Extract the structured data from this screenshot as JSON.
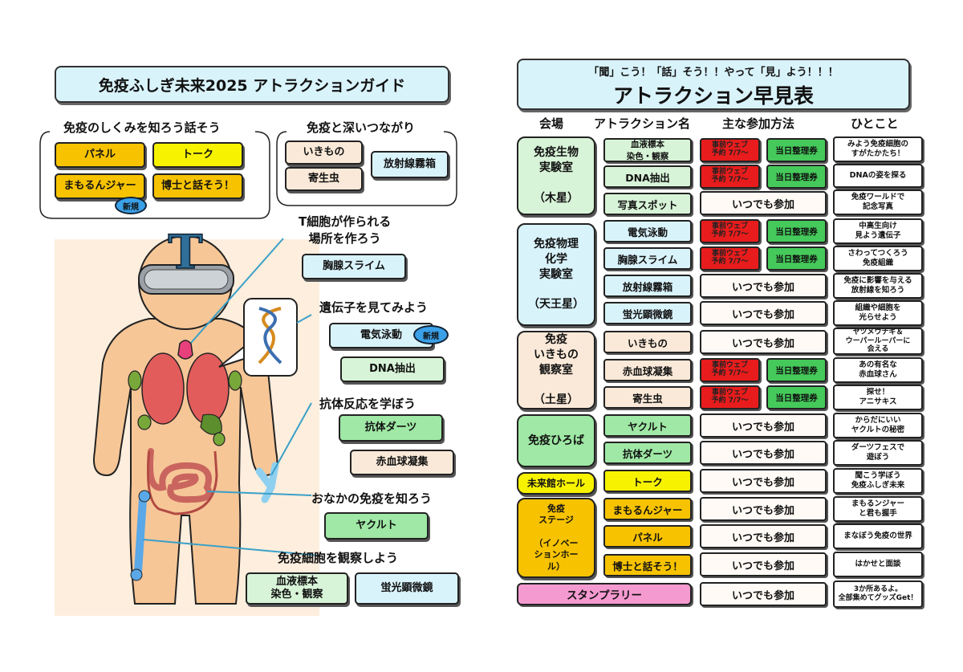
{
  "left": {
    "title": "免疫ふしぎ未来2025 アトラクションガイド",
    "group1_heading": "免疫のしくみを知ろう話そう",
    "group1_buttons": [
      "パネル",
      "トーク",
      "まもるんジャー",
      "博士と話そう！"
    ],
    "group2_heading": "免疫と深いつながり",
    "group2_buttons": [
      "いきもの",
      "寄生虫",
      "放射線霧箱"
    ],
    "new_badge": "新規",
    "tcell_heading": "T細胞が作られる\n場所を作ろう",
    "tcell_button": "胸腺スライム",
    "gene_heading": "遺伝子を見てみよう",
    "gene_buttons": [
      "電気泳動",
      "DNA抽出"
    ],
    "antibody_heading": "抗体反応を学ぼう",
    "antibody_buttons": [
      "抗体ダーツ",
      "赤血球凝集"
    ],
    "gut_heading": "おなかの免疫を知ろう",
    "gut_button": "ヤクルト",
    "cell_heading": "免疫細胞を観察しよう",
    "cell_buttons": [
      "血液標本\n染色・観察",
      "蛍光顕微鏡"
    ],
    "hat_letter": "T"
  },
  "right": {
    "subtitle": "「聞」こう！「話」そう！！やって「見」よう！！！",
    "title": "アトラクション早見表",
    "columns": [
      "会場",
      "アトラクション名",
      "主な参加方法",
      "ひとこと"
    ],
    "venues": [
      "免疫生物\n実験室\n\n（木星）",
      "免疫物理\n化学\n実験室\n\n（天王星）",
      "免疫\nいきもの\n観察室\n\n（土星）",
      "免疫ひろば",
      "未来館ホール",
      "免疫\nステージ\n\n（イノベー\nションホー\nル）"
    ],
    "reserve_label": "事前ウェブ\n予約 7/7～",
    "ticket_label": "当日整理券",
    "anytime_label": "いつでも参加",
    "rows": [
      {
        "name": "血液標本\n染色・観察",
        "note": "みよう免疫細胞の\nすがたかたち！"
      },
      {
        "name": "DNA抽出",
        "note": "DNAの姿を探る"
      },
      {
        "name": "写真スポット",
        "note": "免疫ワールドで\n記念写真"
      },
      {
        "name": "電気泳動",
        "note": "中高生向け\n見よう遺伝子"
      },
      {
        "name": "胸腺スライム",
        "note": "さわってつくろう\n免疫組織"
      },
      {
        "name": "放射線霧箱",
        "note": "免疫に影響を与える\n放射線を知ろう"
      },
      {
        "name": "蛍光顕微鏡",
        "note": "組織や細胞を\n光らせよう"
      },
      {
        "name": "いきもの",
        "note": "ヤツメウナギ＆\nウーパールーパーに\n会える"
      },
      {
        "name": "赤血球凝集",
        "note": "あの有名な\n赤血球さん"
      },
      {
        "name": "寄生虫",
        "note": "探せ！\nアニサキス"
      },
      {
        "name": "ヤクルト",
        "note": "からだにいい\nヤクルトの秘密"
      },
      {
        "name": "抗体ダーツ",
        "note": "ダーツフェスで\n遊ぼう"
      },
      {
        "name": "トーク",
        "note": "聞こう学ぼう\n免疫ふしぎ未来"
      },
      {
        "name": "まもるんジャー",
        "note": "まもるンジャー\nと君も握手"
      },
      {
        "name": "パネル",
        "note": "まなぼう免疫の世界"
      },
      {
        "name": "博士と話そう！",
        "note": "はかせと面談"
      },
      {
        "name": "スタンプラリー",
        "note": "3か所あるよ。\n全部集めてグッズGet！"
      }
    ]
  },
  "colors": {
    "yellow": "#f7f200",
    "orange": "#f7c300",
    "beige": "#fae9d8",
    "light_blue": "#d9f3fb",
    "green": "#9fe8a5",
    "pink": "#f59ad0",
    "red": "#e81c1c",
    "dark_green": "#45c95a"
  }
}
